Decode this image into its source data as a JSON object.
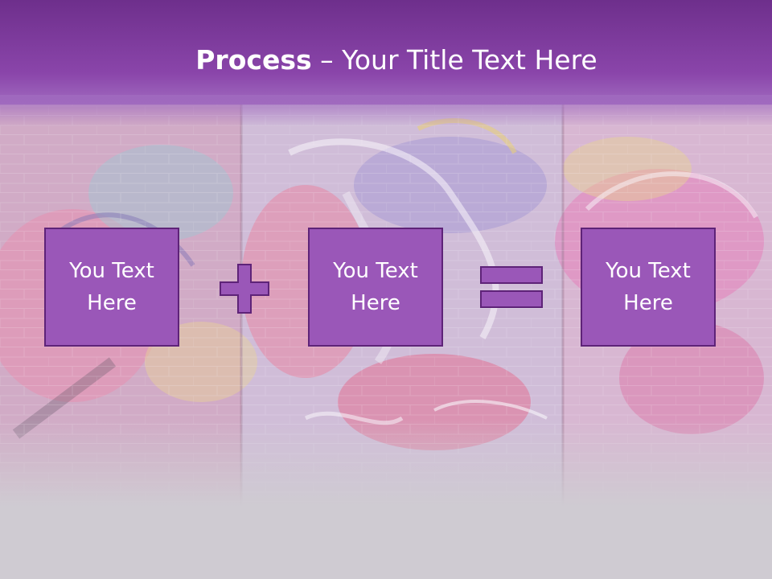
{
  "slide": {
    "title_bold": "Process",
    "title_rest": " – Your Title Text Here"
  },
  "boxes": [
    {
      "text": "You Text Here"
    },
    {
      "text": "You Text Here"
    },
    {
      "text": "You Text Here"
    }
  ],
  "operators": {
    "plus_icon": "plus-icon",
    "equals_icon": "equals-icon"
  },
  "colors": {
    "header": "#8a45aa",
    "box_fill": "#9a57b8",
    "box_border": "#5e2378",
    "text": "#ffffff",
    "background": "#cfcbd2"
  }
}
